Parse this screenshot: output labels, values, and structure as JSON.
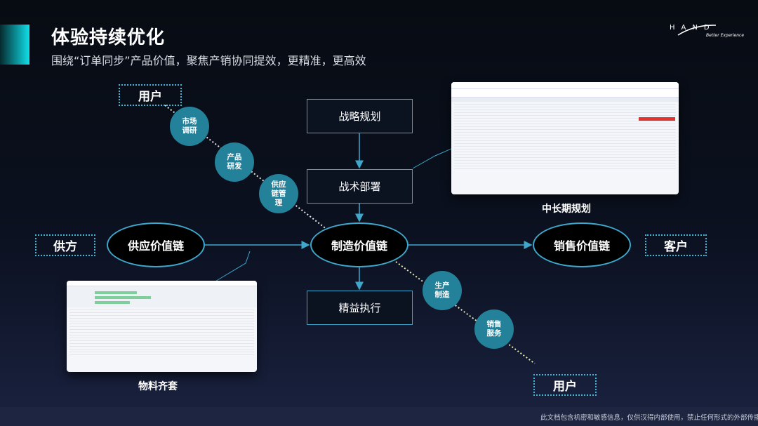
{
  "header": {
    "title": "体验持续优化",
    "subtitle": "围绕“订单同步”产品价值，聚焦产销协同提效，更精准，更高效"
  },
  "logo": {
    "brand": "HAND",
    "tagline": "Better Experience"
  },
  "nodes": {
    "user_top": "用户",
    "supplier": "供方",
    "customer": "客户",
    "user_bottom": "用户",
    "supply_chain": "供应价值链",
    "manufacturing_chain": "制造价值链",
    "sales_chain": "销售价值链",
    "strategy": "战略规划",
    "tactics": "战术部署",
    "execution": "精益执行"
  },
  "stages": [
    {
      "line1": "市场",
      "line2": "调研"
    },
    {
      "line1": "产品",
      "line2": "研发"
    },
    {
      "line1": "供应",
      "line2": "链管",
      "line3": "理"
    },
    {
      "line1": "生产",
      "line2": "制造"
    },
    {
      "line1": "销售",
      "line2": "服务"
    }
  ],
  "screenshots": {
    "planning_caption": "中长期规划",
    "material_caption": "物料齐套"
  },
  "footer": {
    "notice": "此文档包含机密和敏感信息，仅供汉得内部使用，禁止任何形式的外部传播"
  },
  "colors": {
    "accent": "#10e0ea",
    "line": "#3fa7cc",
    "stage": "#23819a",
    "highlight": "#e0332e"
  }
}
